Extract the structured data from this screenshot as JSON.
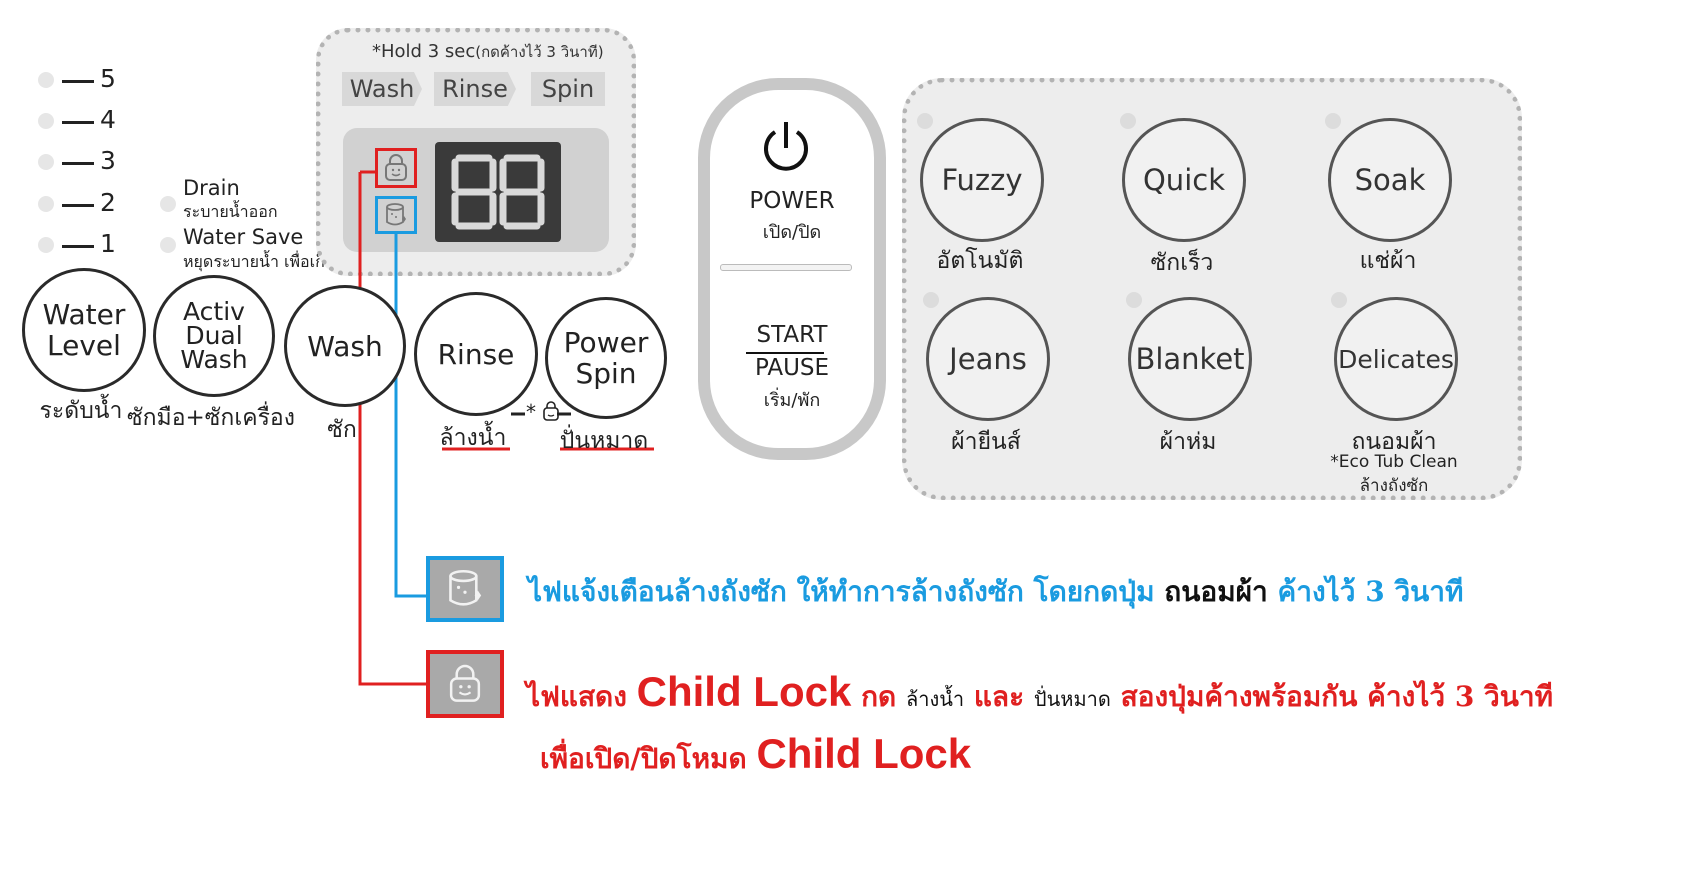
{
  "water_level": {
    "levels": [
      "5",
      "4",
      "3",
      "2",
      "1"
    ],
    "button_label": "Water\nLevel",
    "thai": "ระดับน้ำ"
  },
  "drain": {
    "en": "Drain",
    "th": "ระบายน้ำออก"
  },
  "water_save": {
    "en": "Water Save",
    "th": "หยุดระบายน้ำ เพื่อเก็บ"
  },
  "activ_dual_wash": {
    "label": "Activ\nDual\nWash",
    "thai": "ซักมือ+ซักเครื่อง"
  },
  "wash_button": {
    "label": "Wash",
    "thai": "ซัก"
  },
  "rinse_button": {
    "label": "Rinse",
    "thai": "ล้างน้ำ"
  },
  "power_spin_button": {
    "label": "Power\nSpin",
    "thai": "ปั่นหมาด"
  },
  "child_lock_hint": "*",
  "display_panel": {
    "hold_note": "*Hold 3 sec",
    "hold_note_th": "(กดค้างไว้ 3 วินาที)",
    "tabs": [
      "Wash",
      "Rinse",
      "Spin"
    ],
    "segment_text": "88"
  },
  "power": {
    "label": "POWER",
    "thai": "เปิด/ปิด"
  },
  "start_pause": {
    "start": "START",
    "pause": "PAUSE",
    "thai": "เริ่ม/พัก"
  },
  "programs": [
    {
      "label": "Fuzzy",
      "thai": "อัตโนมัติ"
    },
    {
      "label": "Quick",
      "thai": "ซักเร็ว"
    },
    {
      "label": "Soak",
      "thai": "แช่ผ้า"
    },
    {
      "label": "Jeans",
      "thai": "ผ้ายีนส์"
    },
    {
      "label": "Blanket",
      "thai": "ผ้าห่ม"
    },
    {
      "label": "Delicates",
      "thai": "ถนอมผ้า"
    }
  ],
  "eco_tub_clean": {
    "en": "*Eco Tub Clean",
    "th": "ล้างถังซัก"
  },
  "callouts": {
    "tub_clean": {
      "part1": "ไฟแจ้งเตือนล้างถังซัก  ให้ทำการล้างถังซัก โดยกดปุ่ม ",
      "part2": "ถนอมผ้า",
      "part3": " ค้างไว้ 3 วินาที"
    },
    "child_lock": {
      "a": "ไฟแสดง ",
      "b": "Child Lock",
      "c": " กด ",
      "d": "ล้างน้ำ",
      "e": " และ ",
      "f": "ปั่นหมาด",
      "g": " สองปุ่มค้างพร้อมกัน ค้างไว้ 3 วินาที",
      "line2a": "เพื่อเปิด/ปิดโหมด ",
      "line2b": "Child Lock"
    }
  },
  "colors": {
    "red": "#e02020",
    "blue": "#1a9be0",
    "panel": "#ededed"
  }
}
